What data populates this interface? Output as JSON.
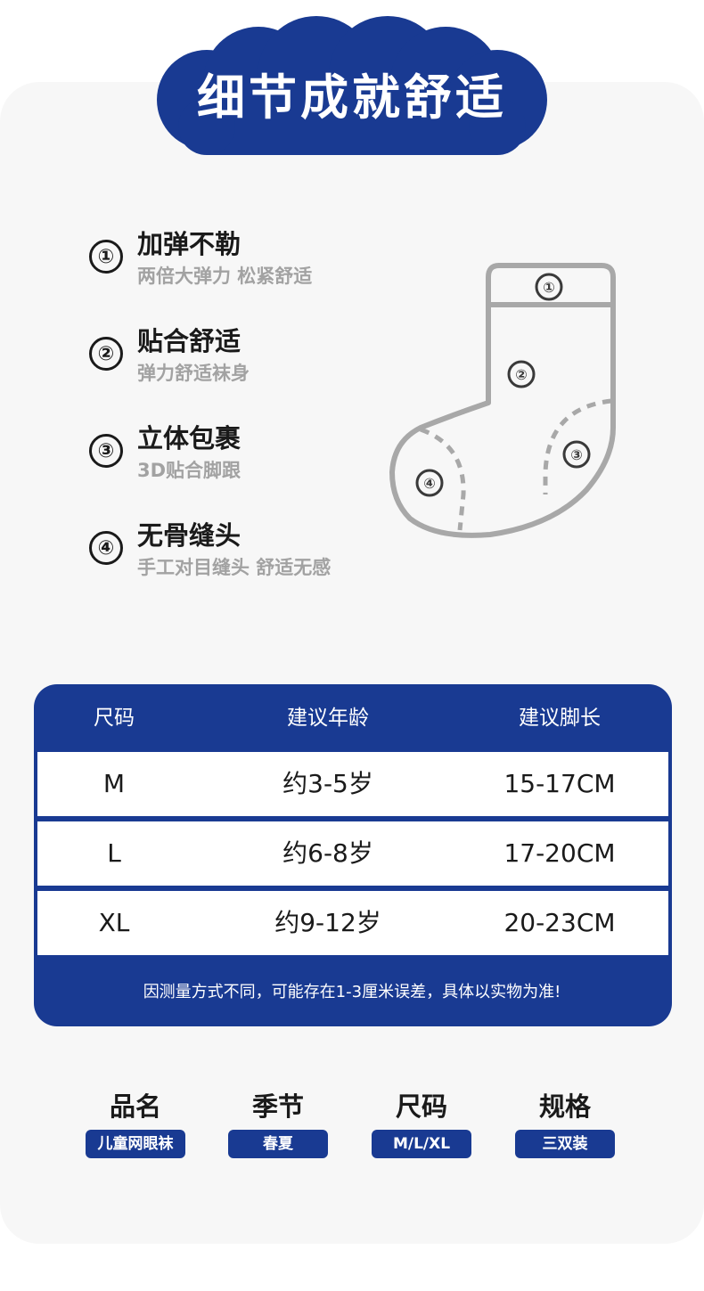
{
  "page": {
    "title": "细节成就舒适",
    "accent_color": "#193a92"
  },
  "features": [
    {
      "number": "①",
      "title": "加弹不勒",
      "subtitle": "两倍大弹力 松紧舒适"
    },
    {
      "number": "②",
      "title": "贴合舒适",
      "subtitle": "弹力舒适袜身"
    },
    {
      "number": "③",
      "title": "立体包裹",
      "subtitle": "3D贴合脚跟"
    },
    {
      "number": "④",
      "title": "无骨缝头",
      "subtitle": "手工对目缝头 舒适无感"
    }
  ],
  "sock_diagram": {
    "labels": [
      "①",
      "②",
      "③",
      "④"
    ]
  },
  "size_table": {
    "headers": [
      "尺码",
      "建议年龄",
      "建议脚长"
    ],
    "rows": [
      [
        "M",
        "约3-5岁",
        "15-17CM"
      ],
      [
        "L",
        "约6-8岁",
        "17-20CM"
      ],
      [
        "XL",
        "约9-12岁",
        "20-23CM"
      ]
    ],
    "note": "因测量方式不同，可能存在1-3厘米误差，具体以实物为准!"
  },
  "specs": [
    {
      "title": "品名",
      "value": "儿童网眼袜"
    },
    {
      "title": "季节",
      "value": "春夏"
    },
    {
      "title": "尺码",
      "value": "M/L/XL"
    },
    {
      "title": "规格",
      "value": "三双装"
    }
  ]
}
